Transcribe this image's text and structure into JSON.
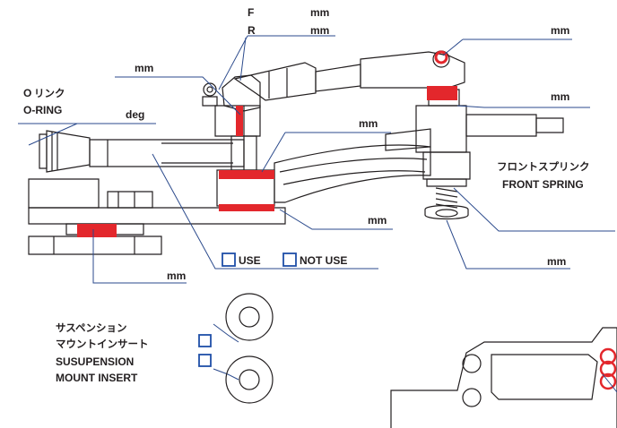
{
  "labels": {
    "front": "F",
    "rear": "R",
    "mm": "mm",
    "deg": "deg",
    "oring_jp_prefix": "O",
    "oring_jp_suffix": "リンク",
    "oring_en": "O-RING",
    "front_spring_jp": "フロントスプリンク",
    "front_spring_en": "FRONT SPRING",
    "use": "USE",
    "not_use": "NOT USE",
    "insert_jp_1": "サスペンション",
    "insert_jp_2": "マウントインサート",
    "insert_en_1": "SUSUPENSION",
    "insert_en_2": "MOUNT INSERT"
  },
  "colors": {
    "highlight": "#e3272c",
    "leader": "#2b4a8c",
    "checkbox": "#1f4fa8",
    "outline": "#231f20"
  }
}
